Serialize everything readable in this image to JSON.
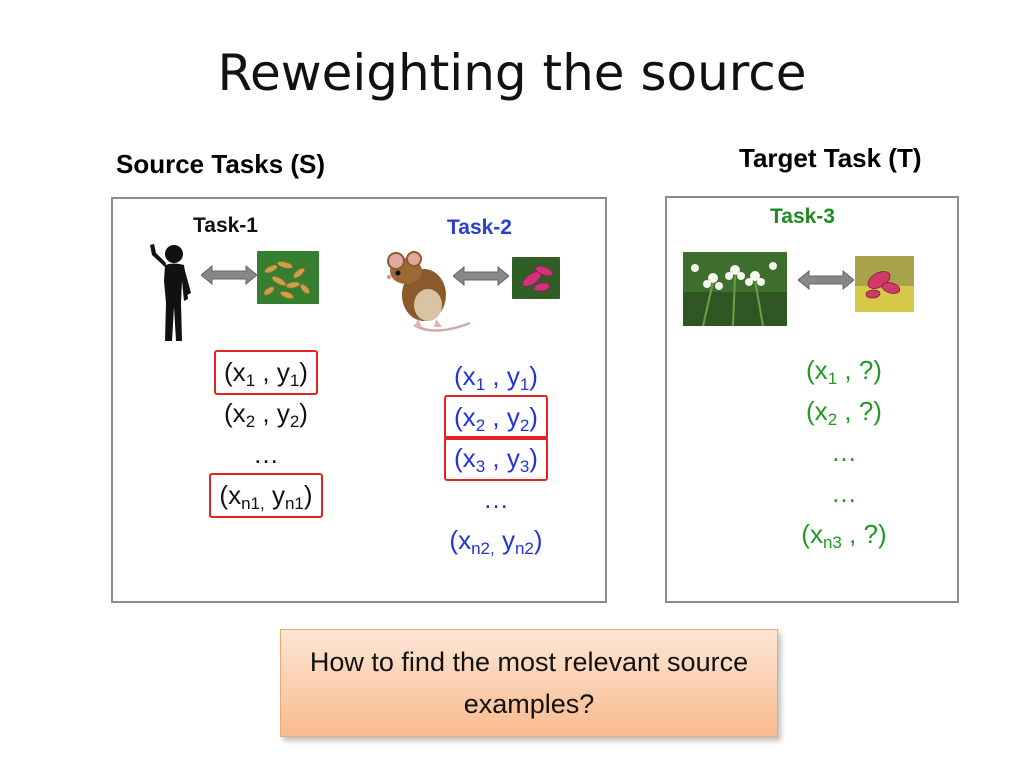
{
  "title": "Reweighting the source",
  "source": {
    "heading": "Source Tasks (S)",
    "tasks": [
      {
        "label": "Task-1",
        "label_color": "#111111",
        "pairs_color": "#111111",
        "pairs": [
          {
            "open": "(x",
            "s1": "1",
            "mid": " , y",
            "s2": "1",
            "close": ")",
            "highlighted": true
          },
          {
            "open": "(x",
            "s1": "2",
            "mid": " , y",
            "s2": "2",
            "close": ")",
            "highlighted": false
          },
          {
            "open": "…",
            "s1": "",
            "mid": "",
            "s2": "",
            "close": "",
            "highlighted": false
          },
          {
            "open": "(x",
            "s1": "n1,",
            "mid": " y",
            "s2": "n1",
            "close": ")",
            "highlighted": true
          }
        ]
      },
      {
        "label": "Task-2",
        "label_color": "#2a3fd0",
        "pairs_color": "#2233dd",
        "pairs": [
          {
            "open": "(x",
            "s1": "1",
            "mid": " , y",
            "s2": "1",
            "close": ")",
            "highlighted": false
          },
          {
            "open": "(x",
            "s1": "2",
            "mid": " , y",
            "s2": "2",
            "close": ")",
            "highlighted": true
          },
          {
            "open": "(x",
            "s1": "3",
            "mid": " , y",
            "s2": "3",
            "close": ")",
            "highlighted": true
          },
          {
            "open": "…",
            "s1": "",
            "mid": "",
            "s2": "",
            "close": "",
            "highlighted": false
          },
          {
            "open": "(x",
            "s1": "n2,",
            "mid": " y",
            "s2": "n2",
            "close": ")",
            "highlighted": false
          }
        ]
      }
    ]
  },
  "target": {
    "heading": "Target Task (T)",
    "task": {
      "label": "Task-3",
      "label_color": "#1f8a1f",
      "pairs_color": "#229922",
      "pairs": [
        {
          "open": "(x",
          "s1": "1",
          "mid": " , ?",
          "s2": "",
          "close": ")",
          "highlighted": false
        },
        {
          "open": "(x",
          "s1": "2",
          "mid": " , ?",
          "s2": "",
          "close": ")",
          "highlighted": false
        },
        {
          "open": "…",
          "s1": "",
          "mid": "",
          "s2": "",
          "close": "",
          "highlighted": false
        },
        {
          "open": "…",
          "s1": "",
          "mid": "",
          "s2": "",
          "close": "",
          "highlighted": false
        },
        {
          "open": "(x",
          "s1": "n3",
          "mid": " , ?",
          "s2": "",
          "close": ")",
          "highlighted": false
        }
      ]
    }
  },
  "callout": {
    "text": "How to find the most relevant source examples?"
  },
  "icons": {
    "arrow": "double-arrow-icon",
    "human": "human-silhouette-icon",
    "mouse": "mouse-photo-icon",
    "plant": "plant-photo-icon",
    "pathogen": "pathogen-photo-icon"
  },
  "colors": {
    "highlight": "#e52222",
    "panel_border": "#8c8c8c",
    "arrow_fill": "#888888"
  }
}
